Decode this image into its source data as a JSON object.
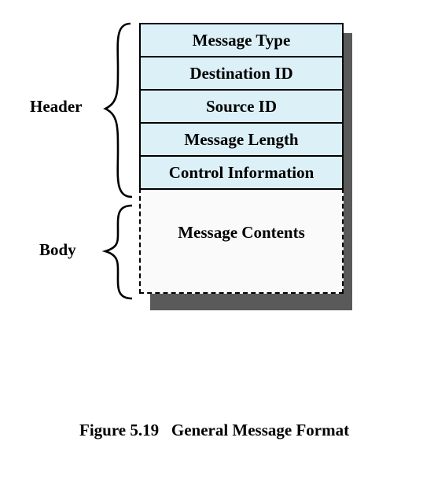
{
  "fields": [
    "Message Type",
    "Destination ID",
    "Source ID",
    "Message Length",
    "Control Information"
  ],
  "body_content": "Message Contents",
  "labels": {
    "header": "Header",
    "body": "Body"
  },
  "caption": {
    "number": "Figure 5.19",
    "title": "General Message Format"
  }
}
